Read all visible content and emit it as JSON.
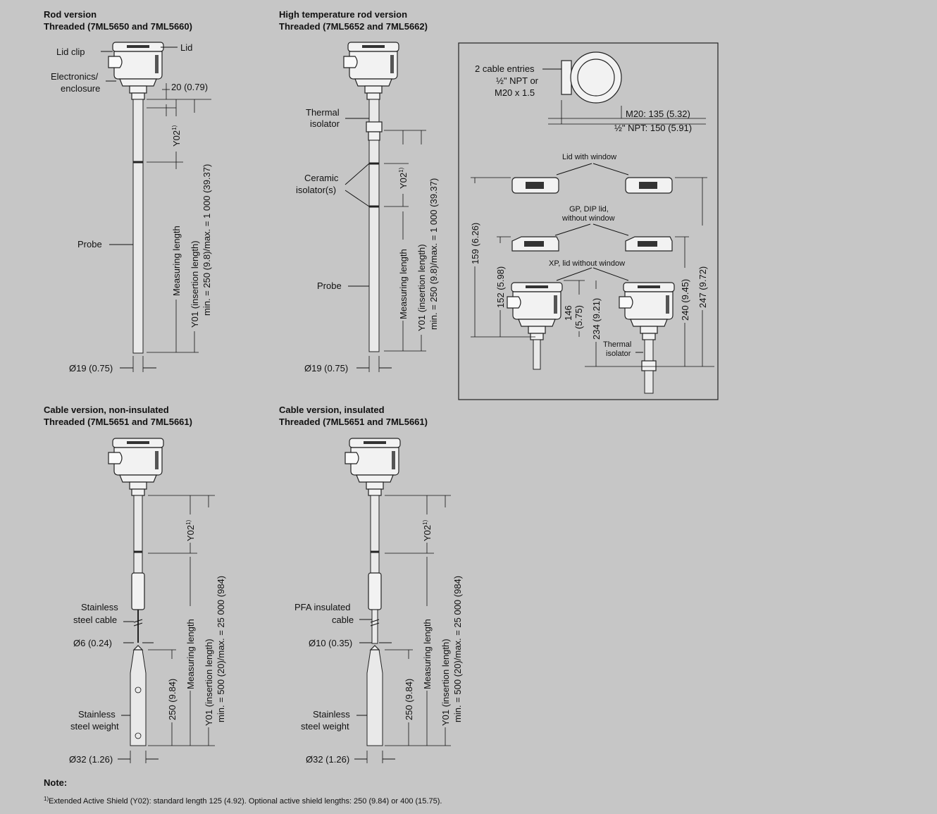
{
  "sections": {
    "rod": {
      "title1": "Rod version",
      "title2": "Threaded (7ML5650 and 7ML5660)"
    },
    "ht_rod": {
      "title1": "High temperature rod version",
      "title2": "Threaded (7ML5652 and 7ML5662)"
    },
    "cable_non": {
      "title1": "Cable version, non-insulated",
      "title2": "Threaded (7ML5651 and 7ML5661)"
    },
    "cable_ins": {
      "title1": "Cable version, insulated",
      "title2": "Threaded (7ML5651 and 7ML5661)"
    }
  },
  "labels": {
    "lid_clip": "Lid clip",
    "lid": "Lid",
    "electronics1": "Electronics/",
    "electronics2": "enclosure",
    "dim_20": "20 (0.79)",
    "y02": "Y02",
    "sup1": "1)",
    "measuring_length": "Measuring length",
    "y01_line1": "Y01 (insertion length)",
    "y01_rod_line2": "min. = 250 (9.8)/max. = 1 000 (39.37)",
    "y01_cable_line2": "min. = 500 (20)/max. = 25 000 (984)",
    "probe": "Probe",
    "d19": "Ø19 (0.75)",
    "thermal1": "Thermal",
    "thermal2": "isolator",
    "ceramic1": "Ceramic",
    "ceramic2": "isolator(s)",
    "stainless1": "Stainless",
    "steel_cable": "steel cable",
    "d6": "Ø6 (0.24)",
    "d250": "250 (9.84)",
    "steel_weight": "steel weight",
    "d32": "Ø32 (1.26)",
    "pfa1": "PFA insulated",
    "pfa2": "cable",
    "d10": "Ø10 (0.35)"
  },
  "inset": {
    "cable_entries1": "2 cable entries",
    "cable_entries2": "½\" NPT or",
    "cable_entries3": "M20 x 1.5",
    "m20": "M20: 135 (5.32)",
    "npt": "½\" NPT: 150 (5.91)",
    "lid_window": "Lid with window",
    "gp_dip1": "GP, DIP lid,",
    "gp_dip2": "without window",
    "xp_lid": "XP, lid without window",
    "d159": "159 (6.26)",
    "d152": "152 (5.98)",
    "d146a": "146",
    "d146b": "(5.75)",
    "d234": "234 (9.21)",
    "d240": "240 (9.45)",
    "d247": "247 (9.72)",
    "thermal1": "Thermal",
    "thermal2": "isolator"
  },
  "note": {
    "title": "Note:",
    "sup": "1)",
    "text": "Extended Active Shield (Y02): standard length 125 (4.92). Optional active shield lengths: 250 (9.84) or 400 (15.75)."
  }
}
